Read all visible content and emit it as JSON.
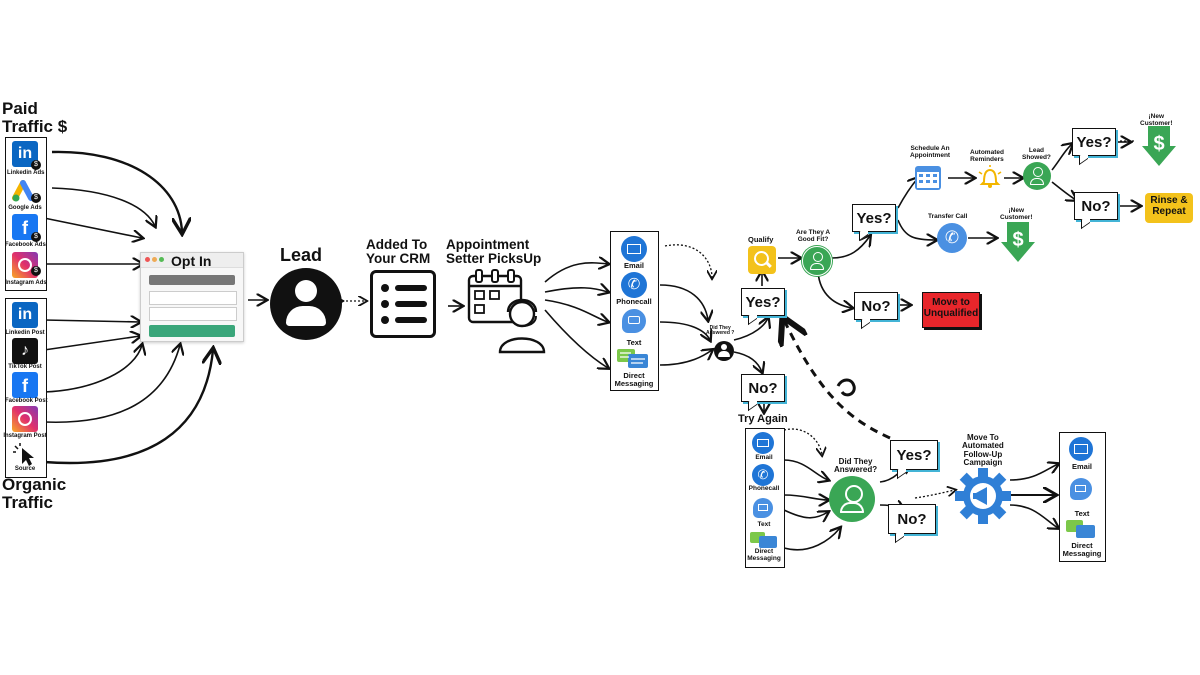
{
  "paid": {
    "title": "Paid\nTraffic $",
    "sources": [
      "Linkedin Ads",
      "Google Ads",
      "Facebook Ads",
      "Instagram Ads"
    ]
  },
  "organic": {
    "title": "Organic\nTraffic",
    "sources": [
      "Linkedin Post",
      "TikTok Post",
      "Facebook Post",
      "Instagram Post",
      "Source"
    ]
  },
  "optin": {
    "title": "Opt In"
  },
  "lead": {
    "title": "Lead"
  },
  "crm": {
    "title": "Added To\nYour CRM"
  },
  "setter": {
    "title": "Appointment\nSetter PicksUp"
  },
  "channels": [
    "Email",
    "Phonecall",
    "Text",
    "Direct\nMessaging"
  ],
  "did_answered_small": "Did They\nAnswered ?",
  "qualify": "Qualify",
  "good_fit": "Are They A\nGood Fit?",
  "yes": "Yes?",
  "no": "No?",
  "schedule": "Schedule An\nAppointment",
  "reminders": "Automated\nReminders",
  "lead_showed": "Lead\nShowed?",
  "new_customer": "¡New\nCustomer!",
  "rinse": "Rinse &\nRepeat",
  "transfer_call": "Transfer Call",
  "move_unqualified": "Move to\nUnqualified",
  "try_again": "Try Again",
  "did_answered": "Did They\nAnswered?",
  "followup": "Move To\nAutomated\nFollow-Up\nCampaign",
  "followup_channels": [
    "Email",
    "Text",
    "Direct\nMessaging"
  ],
  "colors": {
    "accent_blue": "#2f86d6",
    "green": "#3aa655",
    "red": "#e8262b",
    "yellow": "#f3c21b",
    "cyan_shadow": "#43b4d6"
  }
}
